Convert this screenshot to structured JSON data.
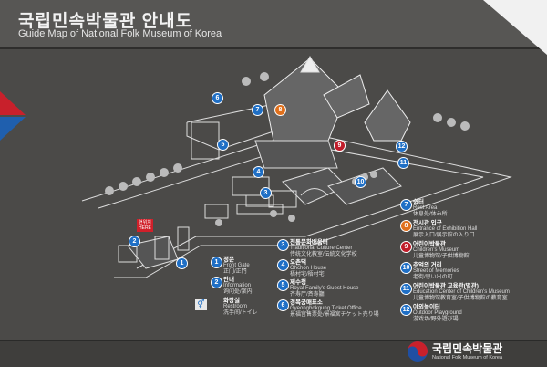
{
  "header": {
    "title_ko": "국립민속박물관 안내도",
    "title_en": "Guide Map of National Folk Museum of Korea"
  },
  "map": {
    "here_ko": "현위치",
    "here_en": "HERE"
  },
  "markers": [
    {
      "n": "1",
      "color": "#1f6fc5"
    },
    {
      "n": "2",
      "color": "#1f6fc5"
    },
    {
      "n": "3",
      "color": "#1f6fc5"
    },
    {
      "n": "4",
      "color": "#1f6fc5"
    },
    {
      "n": "5",
      "color": "#1f6fc5"
    },
    {
      "n": "6",
      "color": "#1f6fc5"
    },
    {
      "n": "7",
      "color": "#1f6fc5"
    },
    {
      "n": "8",
      "color": "#e0701c"
    },
    {
      "n": "9",
      "color": "#c01d2a"
    },
    {
      "n": "10",
      "color": "#1f6fc5"
    },
    {
      "n": "11",
      "color": "#1f6fc5"
    },
    {
      "n": "12",
      "color": "#1f6fc5"
    }
  ],
  "legend": [
    {
      "n": "1",
      "ko": "정문",
      "en": "Front Gate",
      "cj": "正门/正門"
    },
    {
      "n": "2",
      "ko": "안내",
      "en": "Information",
      "cj": "询问处/案内"
    },
    {
      "n": "",
      "ko": "화장실",
      "en": "Restroom",
      "cj": "洗手间/トイレ"
    },
    {
      "n": "3",
      "ko": "전통문화배움터",
      "en": "Traditional Culture Center",
      "cj": "传统文化教室/伝統文化学校"
    },
    {
      "n": "4",
      "ko": "오촌댁",
      "en": "Ohchon House",
      "cj": "梧村宅/梧村宅"
    },
    {
      "n": "5",
      "ko": "제수청",
      "en": "Royal Family's Guest House",
      "cj": "齐寿厅/斉寿廳"
    },
    {
      "n": "6",
      "ko": "경복궁매표소",
      "en": "Gyeongbokgung Ticket Office",
      "cj": "景福宫售票处/景福宮チケット売り場"
    },
    {
      "n": "7",
      "ko": "쉼터",
      "en": "Rest Area",
      "cj": "休息处/休み所"
    },
    {
      "n": "8",
      "ko": "전시관 입구",
      "en": "Entrance of Exhibition Hall",
      "cj": "展示入口/展示館の入り口"
    },
    {
      "n": "9",
      "ko": "어린이박물관",
      "en": "Children's Museum",
      "cj": "儿童博物馆/子供博物館"
    },
    {
      "n": "10",
      "ko": "추억의 거리",
      "en": "Street of Memories",
      "cj": "老街/思い出の町"
    },
    {
      "n": "11",
      "ko": "어린이박물관 교육관(별관)",
      "en": "Education Center of Children's Museum",
      "cj": "儿童博物馆教育室/子供博物館の教育室"
    },
    {
      "n": "12",
      "ko": "야외놀이터",
      "en": "Outdoor Playground",
      "cj": "游戏场/野外遊び場"
    }
  ],
  "footer": {
    "logo_ko": "국립민속박물관",
    "logo_en": "National Folk Museum of Korea"
  }
}
